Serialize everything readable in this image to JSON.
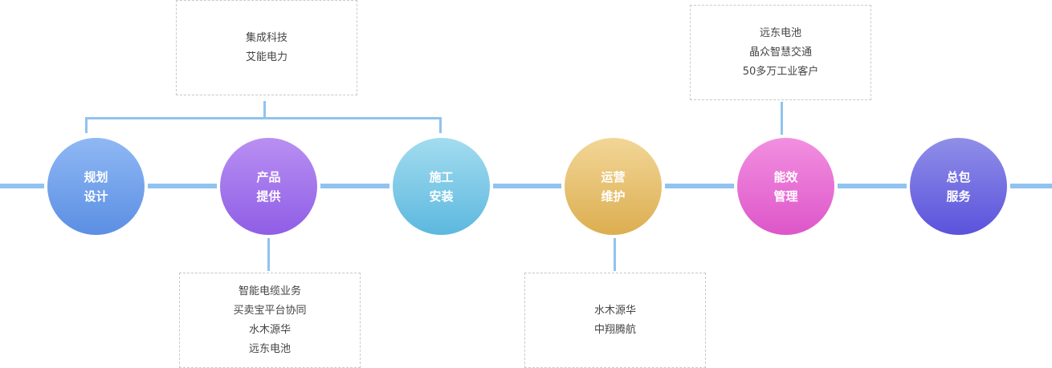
{
  "nodes": [
    {
      "line1": "规划",
      "line2": "设计",
      "color_top": "#8fb8f4",
      "color_bottom": "#5b8fe3"
    },
    {
      "line1": "产品",
      "line2": "提供",
      "color_top": "#b98ff2",
      "color_bottom": "#8f5ee6"
    },
    {
      "line1": "施工",
      "line2": "安装",
      "color_top": "#a3dcef",
      "color_bottom": "#5cb8df"
    },
    {
      "line1": "运营",
      "line2": "维护",
      "color_top": "#f2d697",
      "color_bottom": "#dcae50"
    },
    {
      "line1": "能效",
      "line2": "管理",
      "color_top": "#f28fe0",
      "color_bottom": "#dd56c9"
    },
    {
      "line1": "总包",
      "line2": "服务",
      "color_top": "#8f8fe8",
      "color_bottom": "#5b52dc"
    }
  ],
  "boxes": {
    "top_left": [
      "集成科技",
      "艾能电力"
    ],
    "top_right": [
      "远东电池",
      "晶众智慧交通",
      "50多万工业客户"
    ],
    "bottom_left": [
      "智能电缆业务",
      "买卖宝平台协同",
      "水木源华",
      "远东电池"
    ],
    "bottom_mid": [
      "水木源华",
      "中翔腾航"
    ]
  },
  "colors": {
    "connector": "#90c3ef",
    "box_border": "#c9c9c9",
    "box_text": "#444444"
  }
}
